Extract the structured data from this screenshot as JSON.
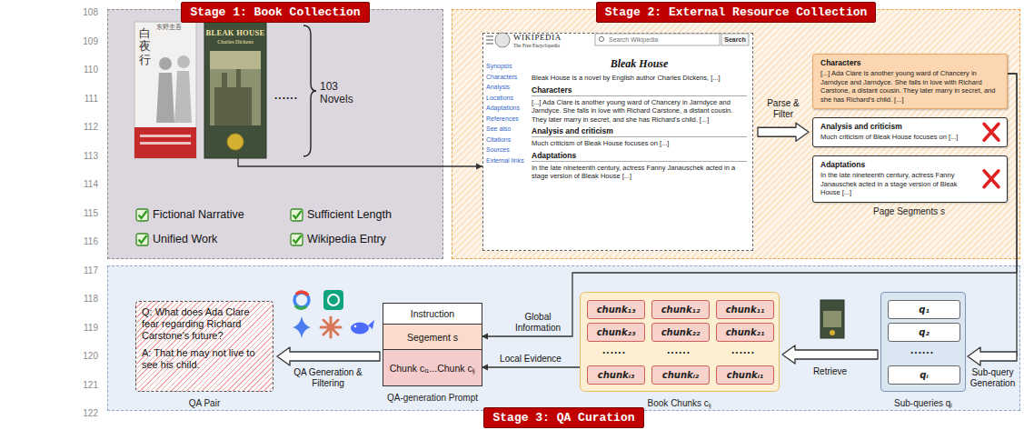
{
  "diagram": {
    "nodes": [
      {
        "text": [
          "Stage 1: Book Collection"
        ]
      },
      {
        "text": [
          "Stage 2: External Resource Collection"
        ]
      },
      {
        "text": [
          "Bleak House",
          "Bleak House is a novel by English author Charles Dickens, [...]",
          "Characters",
          "[...] Ada Clare is another young ward of Chancery in Jarndyce and Jarndyce. She falls in love with Richard Carstone, a distant cousin. They later marry in secret, and she has Richard's child. [...]",
          "Analysis and criticism",
          "Much criticism of Bleak House focuses on [...]",
          "Adaptations",
          "In the late nineteenth century, actress Fanny Janauschek acted in a stage version of Bleak House [...]"
        ],
        "in": 1
      },
      {
        "text": [
          "Characters",
          "[...] Ada Clare is another young ward of Chancery in Jarndyce and Jarndyce. She falls in love with Richard Carstone, a distant cousin. They later marry in secret, and she has Richard's child. [...]"
        ],
        "in": 1
      },
      {
        "text": [
          "Analysis and criticism",
          "Much criticism of Bleak House focuses on [...]"
        ],
        "in": 1
      },
      {
        "text": [
          "Adaptations",
          "In the late nineteenth century, actress Fanny Janauschek acted in a stage version of Bleak House [...]"
        ],
        "in": 1
      },
      {
        "text": [
          "Stage 3: QA Curation"
        ]
      },
      {
        "text": [
          "Q: What does Ada Clare fear regarding Richard Carstone's future?",
          "A: That he may not live to see his child.",
          "QA Pair"
        ],
        "in": 6
      },
      {
        "text": [
          "QA-generation Prompt"
        ],
        "in": 6
      },
      {
        "text": [
          "Instruction"
        ],
        "in": 8
      },
      {
        "text": [
          "Segement s"
        ],
        "in": 8
      },
      {
        "text": [
          "Chunk cᵢ₁...Chunk cᵢⱼ"
        ],
        "in": 8
      },
      {
        "text": [
          "Book Chunks cᵢⱼ"
        ],
        "in": 6
      },
      {
        "text": [
          "chunk₁₃"
        ],
        "in": 12
      },
      {
        "text": [
          "chunk₁₂"
        ],
        "in": 12
      },
      {
        "text": [
          "chunk₁₁"
        ],
        "in": 12
      },
      {
        "text": [
          "chunk₂₃"
        ],
        "in": 12
      },
      {
        "text": [
          "chunk₂₂"
        ],
        "in": 12
      },
      {
        "text": [
          "chunk₂₁"
        ],
        "in": 12
      },
      {
        "text": [
          "chunkᵢ₃"
        ],
        "in": 12
      },
      {
        "text": [
          "chunkᵢ₂"
        ],
        "in": 12
      },
      {
        "text": [
          "chunkᵢ₁"
        ],
        "in": 12
      },
      {
        "text": [
          "Sub-queries qᵢ"
        ],
        "in": 6
      },
      {
        "text": [
          "q₁"
        ],
        "in": 22
      },
      {
        "text": [
          "q₂"
        ],
        "in": 22
      },
      {
        "text": [
          "qᵢ"
        ],
        "in": 22
      }
    ],
    "edges": [
      {
        "from": 0,
        "to": 2,
        "arrow": "to"
      },
      {
        "from": 2,
        "to": 4,
        "label": "Parse & Filter",
        "arrow": "to"
      },
      {
        "from": 3,
        "to": 22,
        "label": "Sub-query Generation",
        "arrow": "to"
      },
      {
        "from": 3,
        "to": 10,
        "label": "Global Information",
        "arrow": "to"
      },
      {
        "from": 22,
        "to": 12,
        "label": "Retrieve",
        "arrow": "to"
      },
      {
        "from": 12,
        "to": 11,
        "label": "Local Evidence",
        "arrow": "to"
      },
      {
        "from": 8,
        "to": 7,
        "label": "QA Generation & Filtering",
        "arrow": "to"
      }
    ],
    "labels": [
      "108",
      "109",
      "110",
      "111",
      "112",
      "113",
      "114",
      "115",
      "116",
      "117",
      "118",
      "119",
      "120",
      "121",
      "122",
      "白夜行",
      "东野圭吾",
      "BLEAK HOUSE",
      "Charles Dickens",
      "......",
      "103 Novels",
      "Fictional Narrative",
      "Sufficient Length",
      "Unified Work",
      "Wikipedia Entry",
      "WIKIPEDIA",
      "The Free Encyclopedia",
      "Search Wikipedia",
      "Search",
      "Synopsis",
      "Characters",
      "Analysis",
      "Locations",
      "Adaptations",
      "References",
      "See also",
      "Citations",
      "Sources",
      "External links",
      "Page Segments s",
      "......",
      "......",
      "......",
      "......"
    ]
  }
}
